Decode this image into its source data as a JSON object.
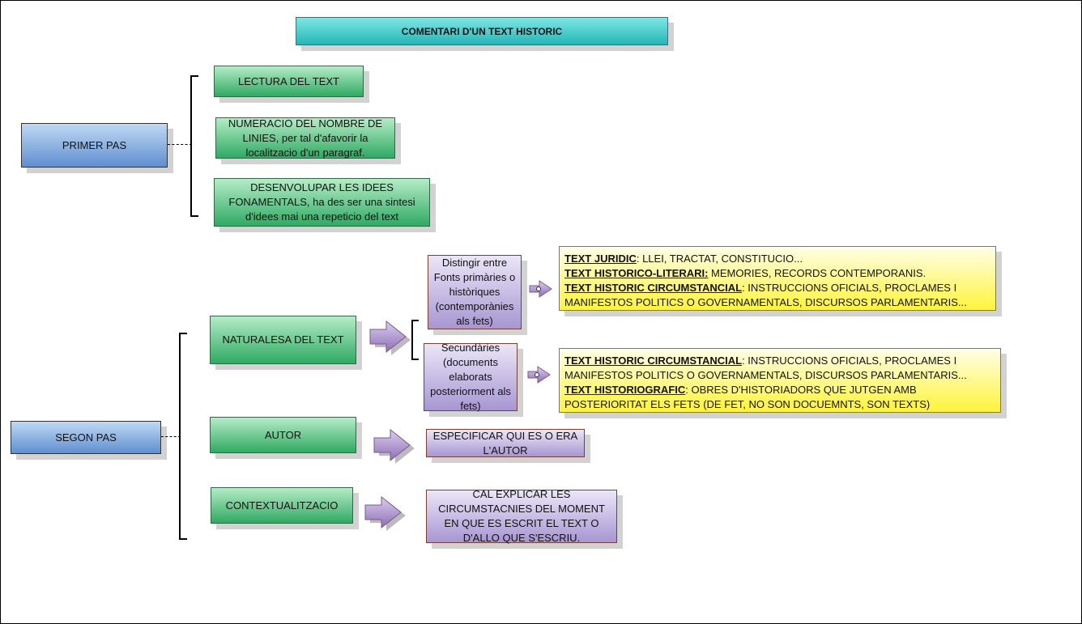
{
  "title": "COMENTARI D'UN TEXT HISTORIC",
  "primer_pas": {
    "label": "PRIMER PAS",
    "items": [
      "LECTURA DEL TEXT",
      "NUMERACIO DEL NOMBRE DE LINIES, per tal d'afavorir la localitzacio d'un paragraf.",
      "DESENVOLUPAR LES IDEES FONAMENTALS, ha des ser una sintesi d'idees mai una repeticio del text"
    ]
  },
  "segon_pas": {
    "label": "SEGON PAS",
    "naturalesa": {
      "label": "NATURALESA DEL TEXT",
      "fonts_primaries": "Distingir entre Fonts primàries o històriques (contemporànies als fets)",
      "fonts_secundaries": "Secundàries (documents elaborats posteriorment als fets)",
      "primary_details": [
        {
          "term": "TEXT JURIDIC",
          "desc": ": LLEI, TRACTAT, CONSTITUCIO..."
        },
        {
          "term": "TEXT HISTORICO-LITERARI:",
          "desc": " MEMORIES, RECORDS CONTEMPORANIS."
        },
        {
          "term": "TEXT HISTORIC CIRCUMSTANCIAL",
          "desc": ": INSTRUCCIONS OFICIALS, PROCLAMES I"
        },
        {
          "term": "",
          "desc": "MANIFESTOS POLITICS O GOVERNAMENTALS, DISCURSOS PARLAMENTARIS..."
        }
      ],
      "secondary_details": [
        {
          "term": "TEXT HISTORIC CIRCUMSTANCIAL",
          "desc": ": INSTRUCCIONS OFICIALS, PROCLAMES I"
        },
        {
          "term": "",
          "desc": "MANIFESTOS POLITICS O GOVERNAMENTALS, DISCURSOS PARLAMENTARIS..."
        },
        {
          "term": "TEXT HISTORIOGRAFIC",
          "desc": ": OBRES D'HISTORIADORS QUE JUTGEN AMB"
        },
        {
          "term": "",
          "desc": "POSTERIORITAT ELS FETS (DE FET, NO SON DOCUEMNTS, SON TEXTS)"
        }
      ]
    },
    "autor": {
      "label": "AUTOR",
      "detail": "ESPECIFICAR QUI ES O ERA L'AUTOR"
    },
    "context": {
      "label": "CONTEXTUALITZACIO",
      "detail": "CAL EXPLICAR LES CIRCUMSTACNIES DEL MOMENT EN QUE ES ESCRIT EL TEXT O D'ALLO QUE S'ESCRIU."
    }
  },
  "colors": {
    "title_fill": "#38c6c6",
    "blue_fill": "#7aa6dc",
    "green_fill": "#4cbf7a",
    "purple_fill": "#b9aadb",
    "yellow_fill": "#fff65a",
    "arrow_fill": "#a58cc6"
  }
}
